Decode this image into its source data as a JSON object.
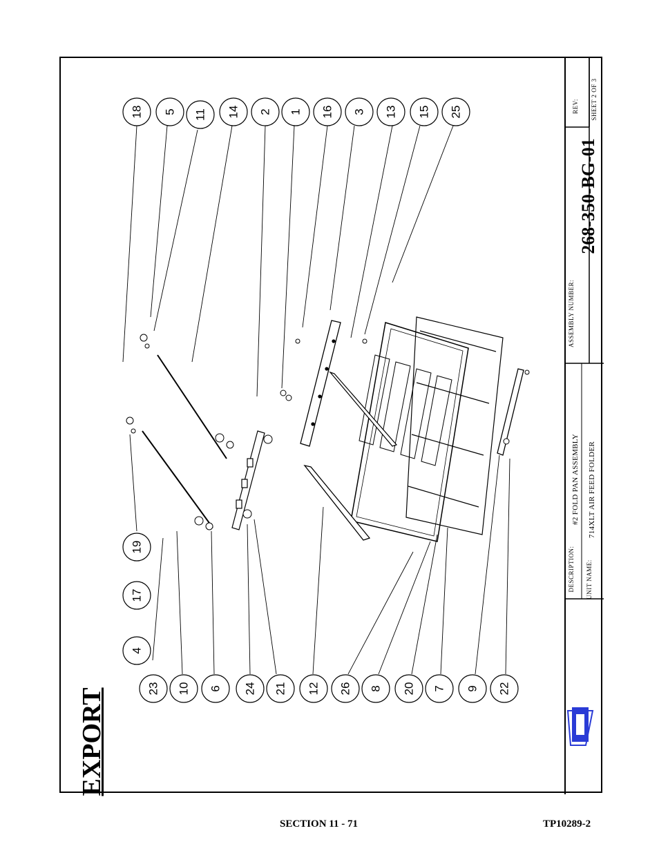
{
  "title": "EXPORT",
  "title_block": {
    "assembly_number_label": "ASSEMBLY NUMBER:",
    "assembly_number": "268-350-BG-01",
    "rev_label": "REV:",
    "sheet": "SHEET  2 OF  3",
    "description_label": "DESCRIPTION:",
    "description": "#2 FOLD PAN ASSEMBLY",
    "unit_name_label": "UNIT NAME:",
    "unit_name": "714XLT AIR FEED FOLDER"
  },
  "footer": {
    "section": "SECTION 11 -  71",
    "doc_number": "TP10289-2"
  },
  "balloons": {
    "top_row": [
      "18",
      "5",
      "11",
      "14",
      "2",
      "1",
      "16",
      "3",
      "13",
      "15",
      "25"
    ],
    "left_row": [
      "19",
      "17",
      "4"
    ],
    "bottom_row": [
      "23",
      "10",
      "6",
      "24",
      "21",
      "12",
      "26",
      "8",
      "20",
      "7",
      "9",
      "22"
    ]
  },
  "colors": {
    "line": "#000000",
    "logo_blue": "#2a3bd6"
  }
}
